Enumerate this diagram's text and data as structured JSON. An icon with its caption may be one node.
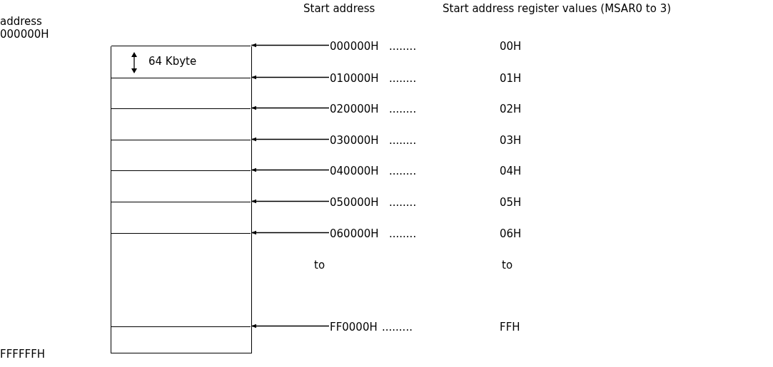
{
  "diagram": {
    "nodes": [
      {
        "text": [],
        "shape": "box"
      },
      {
        "text": [
          "64 Kbyte"
        ],
        "in": 0
      },
      {
        "text": [],
        "shape": "box",
        "in": 0
      },
      {
        "text": [],
        "shape": "box",
        "in": 0
      },
      {
        "text": [],
        "shape": "box",
        "in": 0
      },
      {
        "text": [],
        "shape": "box",
        "in": 0
      },
      {
        "text": [],
        "shape": "box",
        "in": 0
      },
      {
        "text": [],
        "shape": "box",
        "in": 0
      },
      {
        "text": [],
        "shape": "box",
        "in": 0
      },
      {
        "text": [
          "000000H"
        ]
      },
      {
        "text": [
          "010000H"
        ]
      },
      {
        "text": [
          "020000H"
        ]
      },
      {
        "text": [
          "030000H"
        ]
      },
      {
        "text": [
          "040000H"
        ]
      },
      {
        "text": [
          "050000H"
        ]
      },
      {
        "text": [
          "060000H"
        ]
      },
      {
        "text": [
          "FF0000H"
        ]
      }
    ],
    "edges": [
      {
        "from": 9,
        "to": 1,
        "arrow": "to"
      },
      {
        "from": 10,
        "to": 2,
        "arrow": "to"
      },
      {
        "from": 11,
        "to": 3,
        "arrow": "to"
      },
      {
        "from": 12,
        "to": 4,
        "arrow": "to"
      },
      {
        "from": 13,
        "to": 5,
        "arrow": "to"
      },
      {
        "from": 14,
        "to": 6,
        "arrow": "to"
      },
      {
        "from": 15,
        "to": 7,
        "arrow": "to"
      },
      {
        "from": 16,
        "to": 8,
        "arrow": "to"
      }
    ],
    "labels": [
      "Start address",
      "Start address register values (MSAR0 to 3)",
      "address 000000H",
      "........",
      "00H",
      "........",
      "01H",
      "........",
      "02H",
      "........",
      "03H",
      "........",
      "04H",
      "........",
      "05H",
      "........",
      "06H",
      "to",
      "to",
      ".........",
      "FFH",
      "FFFFFFH"
    ]
  }
}
